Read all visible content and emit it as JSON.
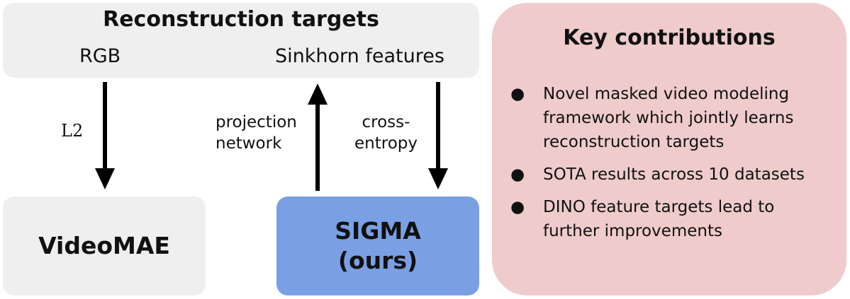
{
  "targets": {
    "title": "Reconstruction targets",
    "rgb": "RGB",
    "sinkhorn": "Sinkhorn features"
  },
  "edges": {
    "l2": "L2",
    "projection": [
      "projection",
      "network"
    ],
    "crossentropy": [
      "cross-",
      "entropy"
    ]
  },
  "models": {
    "videomae": "VideoMAE",
    "sigma": [
      "SIGMA",
      "(ours)"
    ]
  },
  "contributions": {
    "title": "Key contributions",
    "bullet": "●",
    "items": [
      "Novel masked video modeling framework which jointly learns reconstruction targets",
      "SOTA results across 10 datasets",
      "DINO feature targets lead to further improvements"
    ]
  },
  "colors": {
    "gray_box": "#efefef",
    "sigma_box": "#7aa0e4",
    "contrib_box": "#efcbcb",
    "arrow": "#000000"
  }
}
